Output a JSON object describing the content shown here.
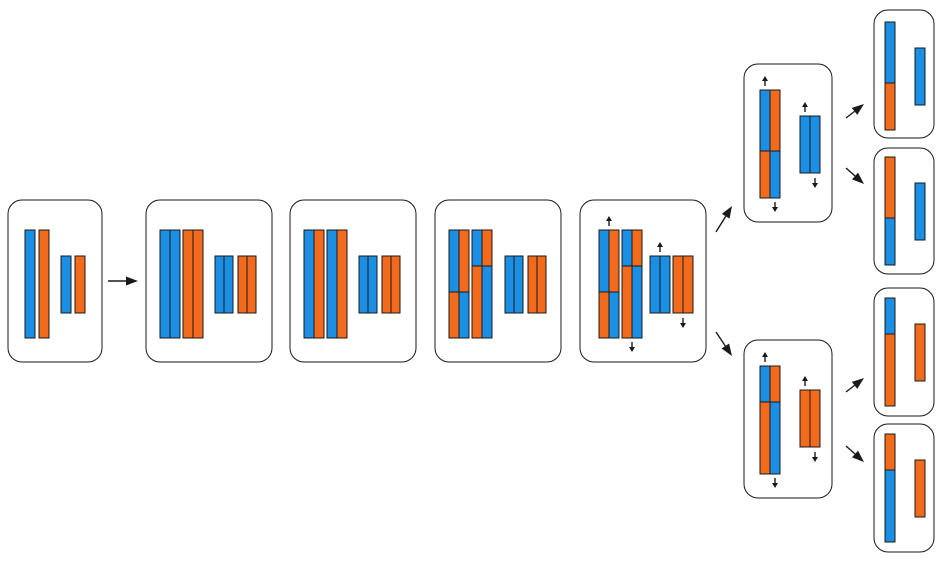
{
  "colors": {
    "segment_a": "#1a8fe3",
    "segment_b": "#f26a1b",
    "outline": "#1a1a1a",
    "background": "#ffffff"
  },
  "panels": [
    {
      "id": "stage-1"
    },
    {
      "id": "stage-2"
    },
    {
      "id": "stage-3"
    },
    {
      "id": "stage-4"
    },
    {
      "id": "stage-5"
    },
    {
      "id": "stage-6-upper"
    },
    {
      "id": "stage-6-lower"
    },
    {
      "id": "outcome-1"
    },
    {
      "id": "outcome-2"
    },
    {
      "id": "outcome-3"
    },
    {
      "id": "outcome-4"
    }
  ]
}
